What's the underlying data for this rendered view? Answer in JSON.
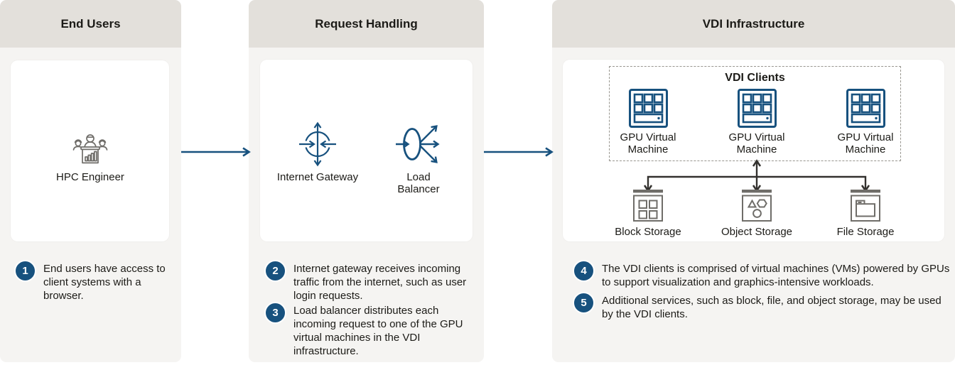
{
  "colors": {
    "accent_blue": "#17517e",
    "icon_gray": "#6f6d69",
    "connector_dark": "#33312e",
    "header_bg": "#e3e0db",
    "panel_bg": "#f5f4f2",
    "card_bg": "#ffffff",
    "text": "#1c1b17"
  },
  "columns": [
    {
      "header": "End Users"
    },
    {
      "header": "Request Handling"
    },
    {
      "header": "VDI Infrastructure"
    }
  ],
  "end_users": {
    "engineer_label": "HPC Engineer"
  },
  "request_handling": {
    "gateway_label": "Internet Gateway",
    "balancer_label": "Load Balancer"
  },
  "vdi": {
    "clients_title": "VDI Clients",
    "gpu_vms": [
      "GPU Virtual Machine",
      "GPU Virtual Machine",
      "GPU Virtual Machine"
    ],
    "storage": [
      "Block Storage",
      "Object Storage",
      "File Storage"
    ]
  },
  "icons": {
    "hpc_engineer": "people-group-with-chart-podium",
    "internet_gateway": "circle-with-inward-outward-arrows",
    "load_balancer": "ellipse-with-fanout-arrows",
    "gpu_vm": "server-chassis-grid",
    "block_storage": "grid-of-squares",
    "object_storage": "triangle-hexagon-circle",
    "file_storage": "folder-window"
  },
  "notes": [
    {
      "num": "1",
      "text": "End users have access to client systems with a browser."
    },
    {
      "num": "2",
      "text": "Internet gateway receives incoming traffic from the internet, such as user login requests."
    },
    {
      "num": "3",
      "text": "Load balancer distributes each incoming request to one of the GPU virtual machines in the VDI infrastructure."
    },
    {
      "num": "4",
      "text": "The VDI clients is comprised of virtual machines (VMs) powered by GPUs to support visualization and graphics-intensive workloads."
    },
    {
      "num": "5",
      "text": "Additional services, such as block, file, and object storage, may be used by the VDI clients."
    }
  ]
}
